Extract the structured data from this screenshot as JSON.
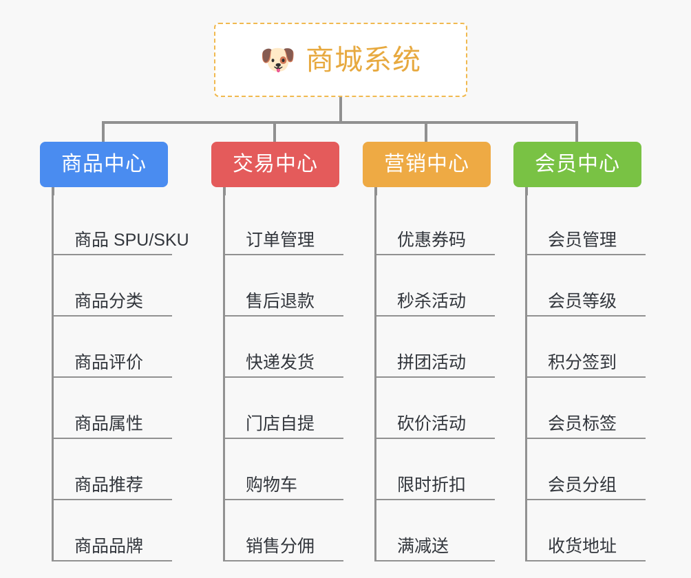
{
  "canvas": {
    "background": "#f8f8f8",
    "connector_color": "#909090"
  },
  "root": {
    "icon": "dog-face-emoji",
    "emoji": "🐶",
    "title": "商城系统",
    "title_color": "#e7a93f",
    "border_color": "#f0b94f",
    "border_style": "dashed"
  },
  "columns": [
    {
      "id": "product-center",
      "label": "商品中心",
      "color": "#4a8cf0",
      "items": [
        {
          "label": "商品 SPU/SKU"
        },
        {
          "label": "商品分类"
        },
        {
          "label": "商品评价"
        },
        {
          "label": "商品属性"
        },
        {
          "label": "商品推荐"
        },
        {
          "label": "商品品牌"
        }
      ]
    },
    {
      "id": "trade-center",
      "label": "交易中心",
      "color": "#e45b5b",
      "items": [
        {
          "label": "订单管理"
        },
        {
          "label": "售后退款"
        },
        {
          "label": "快递发货"
        },
        {
          "label": "门店自提"
        },
        {
          "label": "购物车"
        },
        {
          "label": "销售分佣"
        }
      ]
    },
    {
      "id": "marketing-center",
      "label": "营销中心",
      "color": "#eeaa44",
      "items": [
        {
          "label": "优惠券码"
        },
        {
          "label": "秒杀活动"
        },
        {
          "label": "拼团活动"
        },
        {
          "label": "砍价活动"
        },
        {
          "label": "限时折扣"
        },
        {
          "label": "满减送"
        }
      ]
    },
    {
      "id": "member-center",
      "label": "会员中心",
      "color": "#79c244",
      "items": [
        {
          "label": "会员管理"
        },
        {
          "label": "会员等级"
        },
        {
          "label": "积分签到"
        },
        {
          "label": "会员标签"
        },
        {
          "label": "会员分组"
        },
        {
          "label": "收货地址"
        }
      ]
    }
  ]
}
